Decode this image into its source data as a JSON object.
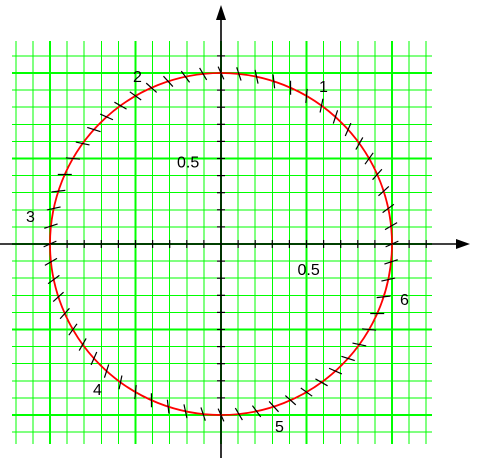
{
  "chart_data": {
    "type": "line",
    "title": "",
    "xlabel": "",
    "ylabel": "",
    "xlim": [
      -1.05,
      1.25
    ],
    "ylim": [
      -1.05,
      1.3
    ],
    "grid": true,
    "grid_color": "#00ff00",
    "curve_color": "#ff0000",
    "axis_color": "#000000",
    "axis_arrows": true,
    "tick_labels": {
      "x": [
        {
          "value": 0.5,
          "label": "0.5"
        }
      ],
      "y": [
        {
          "value": 0.5,
          "label": "0.5"
        }
      ]
    },
    "series": [
      {
        "shape": "circle",
        "center": [
          0,
          0
        ],
        "radius": 1,
        "tick_marks_count": 60
      }
    ],
    "annotations": [
      {
        "label": "1",
        "angle_deg": 60
      },
      {
        "label": "2",
        "angle_deg": 120
      },
      {
        "label": "3",
        "angle_deg": 180
      },
      {
        "label": "4",
        "angle_deg": 240
      },
      {
        "label": "5",
        "angle_deg": 300
      },
      {
        "label": "6",
        "angle_deg": 0
      }
    ]
  }
}
